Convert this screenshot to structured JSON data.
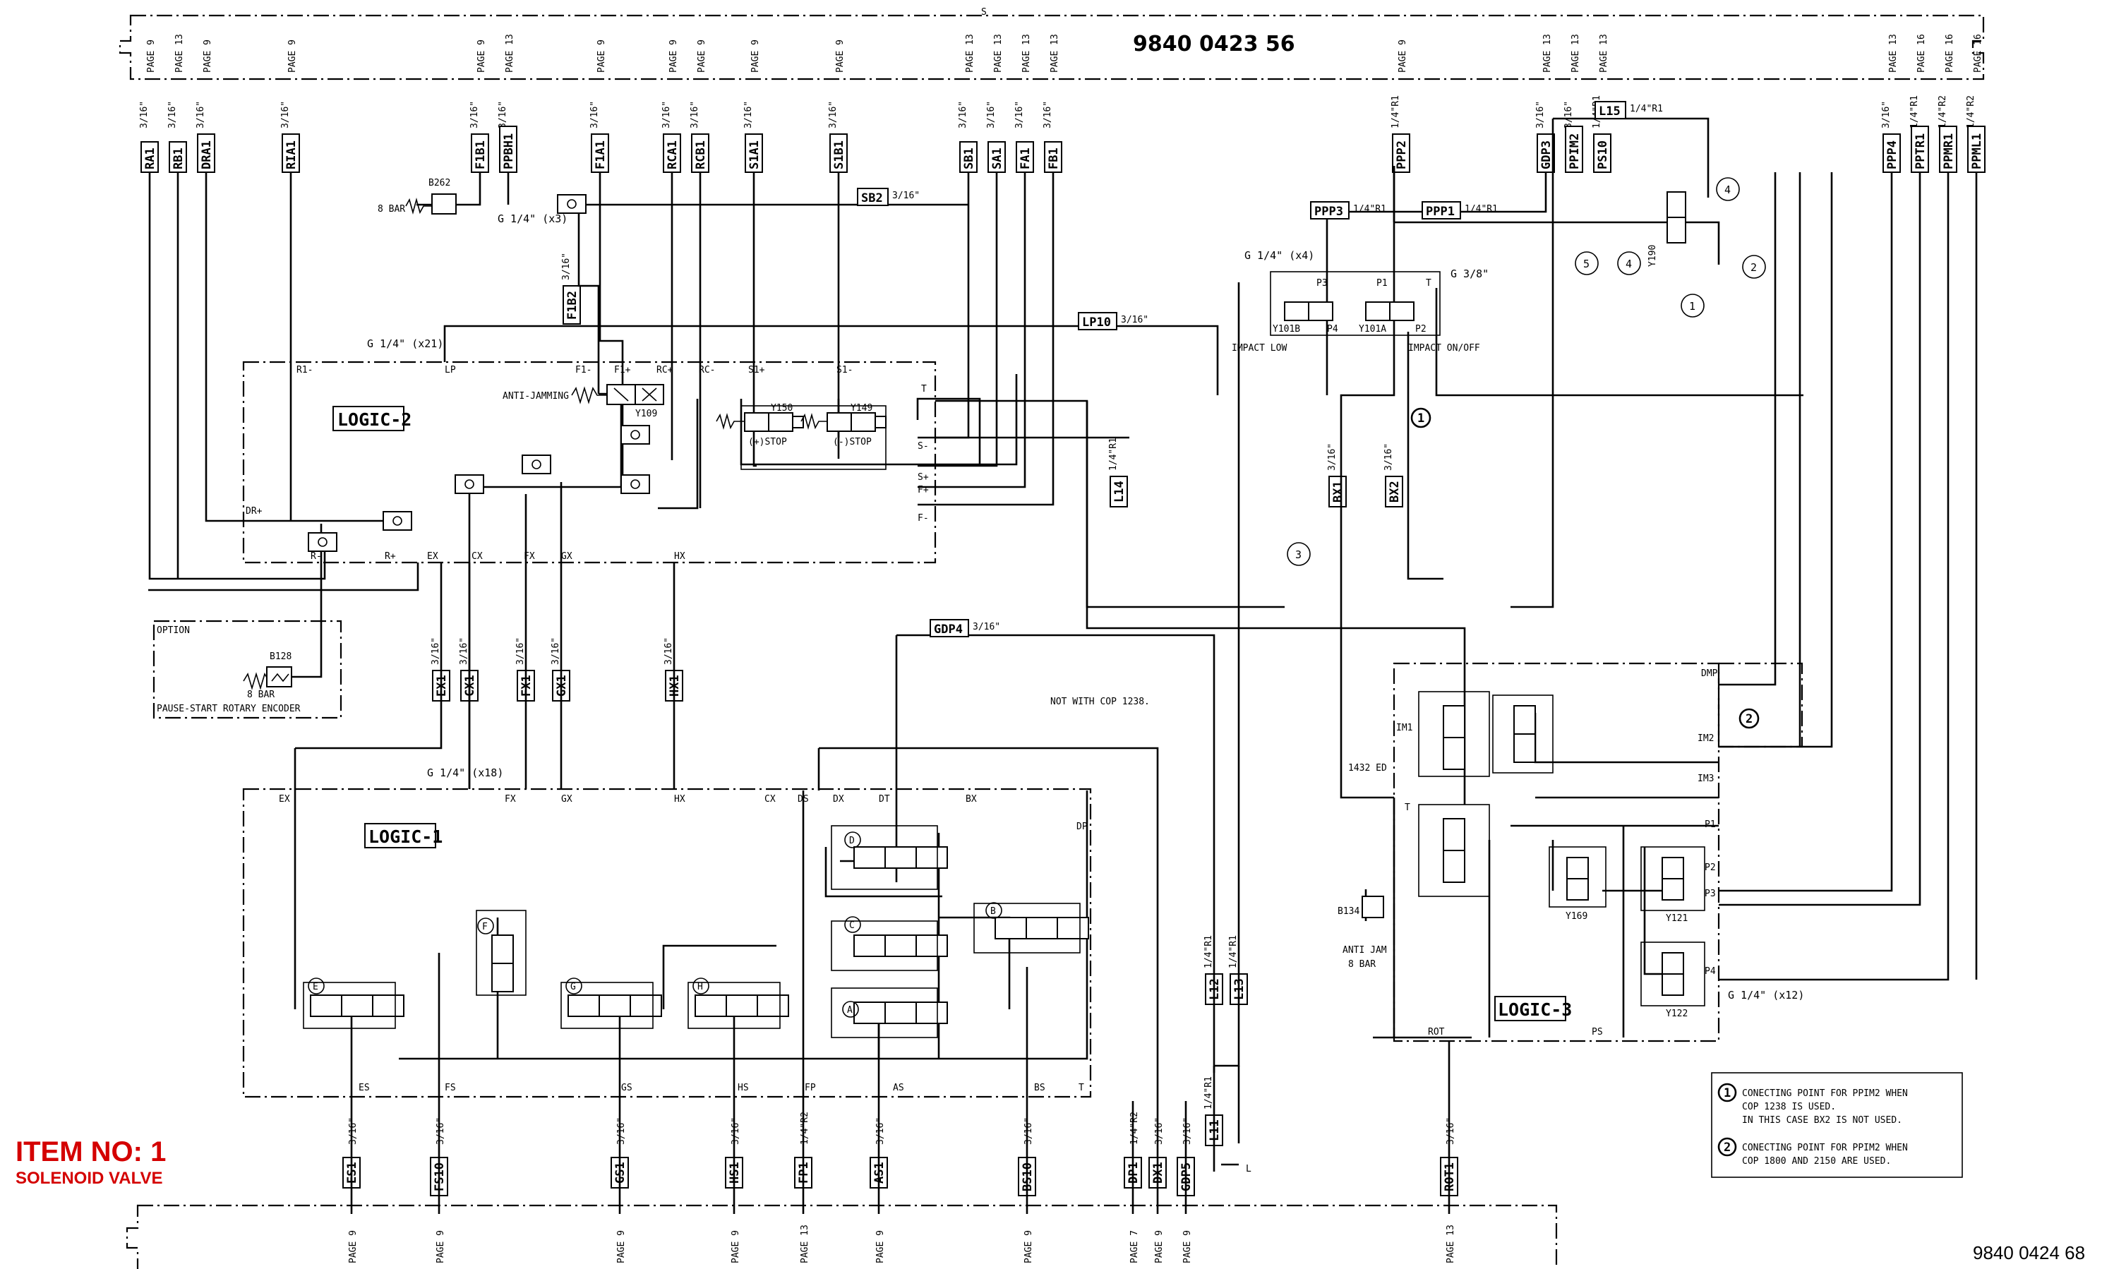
{
  "header": {
    "drawing_number": "9840 0423 56",
    "sheet_mark": "S"
  },
  "top_ports": [
    {
      "name": "RA1",
      "size": "3/16\"",
      "page": "PAGE 9"
    },
    {
      "name": "RB1",
      "size": "3/16\"",
      "page": "PAGE 13"
    },
    {
      "name": "DRA1",
      "size": "3/16\"",
      "page": "PAGE 9"
    },
    {
      "name": "RIA1",
      "size": "3/16\"",
      "page": "PAGE 9"
    },
    {
      "name": "F1B1",
      "size": "3/16\"",
      "page": "PAGE 9"
    },
    {
      "name": "PPBH1",
      "size": "3/16\"",
      "page": "PAGE 13"
    },
    {
      "name": "F1A1",
      "size": "3/16\"",
      "page": "PAGE 9"
    },
    {
      "name": "RCA1",
      "size": "3/16\"",
      "page": "PAGE 9"
    },
    {
      "name": "RCB1",
      "size": "3/16\"",
      "page": "PAGE 9"
    },
    {
      "name": "S1A1",
      "size": "3/16\"",
      "page": "PAGE 9"
    },
    {
      "name": "S1B1",
      "size": "3/16\"",
      "page": "PAGE 9"
    },
    {
      "name": "SB1",
      "size": "3/16\"",
      "page": "PAGE 13"
    },
    {
      "name": "SA1",
      "size": "3/16\"",
      "page": "PAGE 13"
    },
    {
      "name": "FA1",
      "size": "3/16\"",
      "page": "PAGE 13"
    },
    {
      "name": "FB1",
      "size": "3/16\"",
      "page": "PAGE 13"
    },
    {
      "name": "PPP2",
      "size": "1/4\"R1",
      "page": "PAGE 9"
    },
    {
      "name": "GDP3",
      "size": "3/16\"",
      "page": "PAGE 13"
    },
    {
      "name": "PPIM2",
      "size": "3/16\"",
      "page": "PAGE 13"
    },
    {
      "name": "PS10",
      "size": "1/4\"R1",
      "page": "PAGE 13"
    },
    {
      "name": "PPP4",
      "size": "3/16\"",
      "page": "PAGE 13"
    },
    {
      "name": "PPTR1",
      "size": "1/4\"R1",
      "page": "PAGE 16"
    },
    {
      "name": "PPMR1",
      "size": "1/4\"R2",
      "page": "PAGE 16"
    },
    {
      "name": "PPML1",
      "size": "1/4\"R2",
      "page": "PAGE 16"
    }
  ],
  "bottom_ports": [
    {
      "name": "ES1",
      "size": "3/16\"",
      "page": "PAGE 9"
    },
    {
      "name": "FS10",
      "size": "3/16\"",
      "page": "PAGE 9"
    },
    {
      "name": "GS1",
      "size": "3/16\"",
      "page": "PAGE 9"
    },
    {
      "name": "HS1",
      "size": "3/16\"",
      "page": "PAGE 9"
    },
    {
      "name": "FP1",
      "size": "1/4\"R2",
      "page": "PAGE 13"
    },
    {
      "name": "AS1",
      "size": "3/16\"",
      "page": "PAGE 9"
    },
    {
      "name": "BS10",
      "size": "3/16\"",
      "page": "PAGE 9"
    },
    {
      "name": "DP1",
      "size": "1/4\"R2",
      "page": "PAGE 7"
    },
    {
      "name": "DX1",
      "size": "3/16\"",
      "page": "PAGE 9"
    },
    {
      "name": "GDP5",
      "size": "3/16\"",
      "page": "PAGE 9"
    },
    {
      "name": "ROT1",
      "size": "3/16\"",
      "page": "PAGE 13"
    }
  ],
  "mid_ports": [
    {
      "name": "EX1",
      "size": "3/16\""
    },
    {
      "name": "CX1",
      "size": "3/16\""
    },
    {
      "name": "FX1",
      "size": "3/16\""
    },
    {
      "name": "GX1",
      "size": "3/16\""
    },
    {
      "name": "HX1",
      "size": "3/16\""
    },
    {
      "name": "F1B2",
      "size": "3/16\""
    },
    {
      "name": "L14",
      "size": "1/4\"R1"
    },
    {
      "name": "BX1",
      "size": "3/16\""
    },
    {
      "name": "BX2",
      "size": "3/16\""
    },
    {
      "name": "L12",
      "size": "1/4\"R1"
    },
    {
      "name": "L13",
      "size": "1/4\"R1"
    },
    {
      "name": "L11",
      "size": "1/4\"R1"
    }
  ],
  "lines": {
    "sb2": {
      "name": "SB2",
      "size": "3/16\""
    },
    "lp10": {
      "name": "LP10",
      "size": "3/16\""
    },
    "ppp3": {
      "name": "PPP3",
      "size": "1/4\"R1"
    },
    "ppp1": {
      "name": "PPP1",
      "size": "1/4\"R1"
    },
    "l15": {
      "name": "L15",
      "size": "1/4\"R1"
    },
    "gdp4": {
      "name": "GDP4",
      "size": "3/16\""
    }
  },
  "blocks": {
    "logic1": "LOGIC-1",
    "logic2": "LOGIC-2",
    "logic3": "LOGIC-3"
  },
  "labels": {
    "g14_x21": "G 1/4\" (x21)",
    "g14_x3": "G 1/4\" (x3)",
    "g14_x4": "G 1/4\" (x4)",
    "g38": "G 3/8\"",
    "g14_x18": "G 1/4\" (x18)",
    "g14_x12": "G 1/4\" (x12)",
    "b262": "B262",
    "bar8": "8 BAR",
    "anti_jamming": "ANTI-JAMMING",
    "y109": "Y109",
    "y150": "Y150",
    "y149": "Y149",
    "plus_stop": "(+)STOP",
    "minus_stop": "(-)STOP",
    "y101b": "Y101B",
    "y101a": "Y101A",
    "impact_low": "IMPACT LOW",
    "impact_onoff": "IMPACT ON/OFF",
    "y190": "Y190",
    "option": "OPTION",
    "b128": "B128",
    "encoder": "PAUSE-START ROTARY ENCODER",
    "not_with": "NOT WITH COP 1238.",
    "b134": "B134",
    "anti_jam": "ANTI JAM",
    "b1432": "1432 ED",
    "y169": "Y169",
    "y121": "Y121",
    "y122": "Y122",
    "l_end": "L"
  },
  "notes": [
    {
      "num": "1",
      "lines": [
        "CONECTING POINT FOR PPIM2 WHEN",
        "COP 1238 IS USED.",
        "IN THIS CASE BX2 IS NOT USED."
      ]
    },
    {
      "num": "2",
      "lines": [
        "CONECTING POINT FOR PPIM2 WHEN",
        "COP 1800 AND 2150 ARE USED."
      ]
    }
  ],
  "item": {
    "title": "ITEM NO: 1",
    "subtitle": "SOLENOID VALVE"
  },
  "footer": {
    "drawing_number": "9840 0424 68"
  }
}
